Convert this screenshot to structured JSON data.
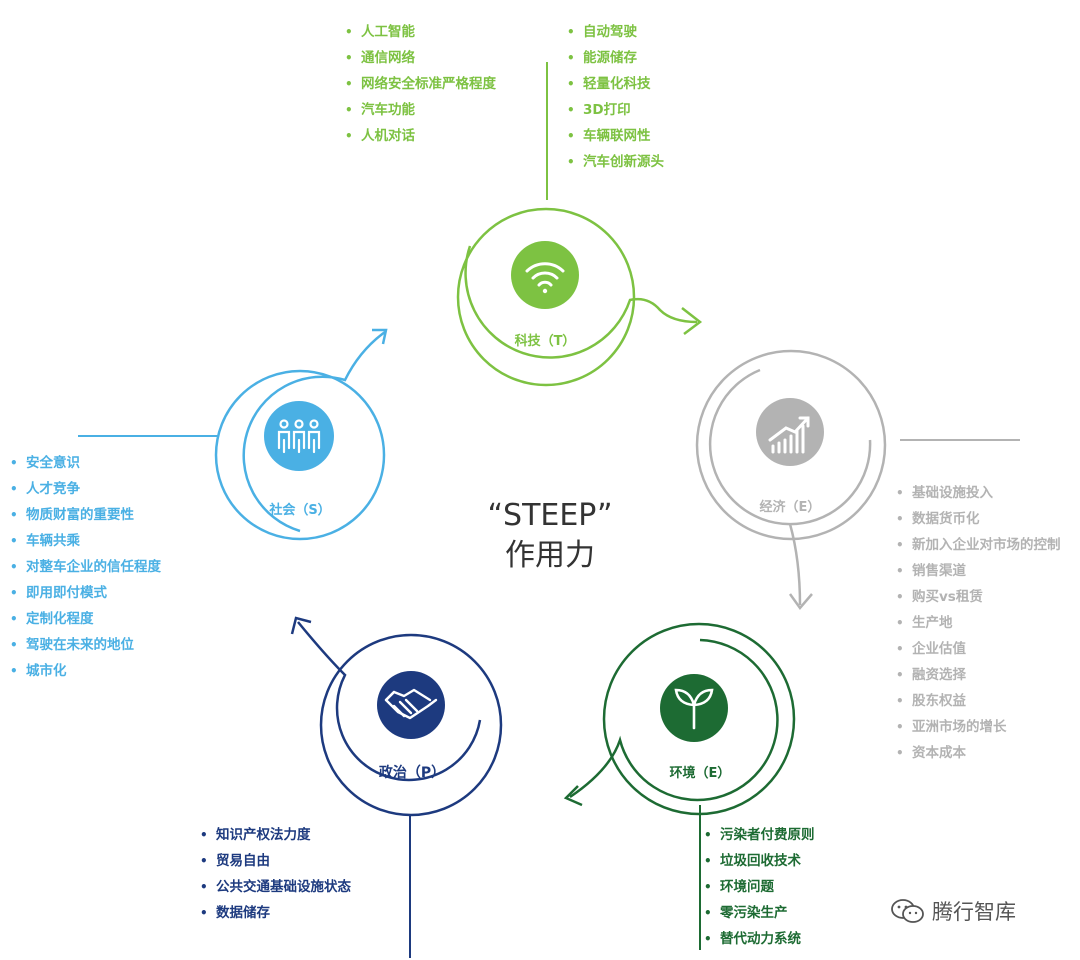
{
  "center": {
    "line1": "“STEEP”",
    "line2": "作用力"
  },
  "technology": {
    "label": "科技（T）",
    "color": "#7dc242",
    "icon": "wifi-icon",
    "items_left": [
      "人工智能",
      "通信网络",
      "网络安全标准严格程度",
      "汽车功能",
      "人机对话"
    ],
    "items_right": [
      "自动驾驶",
      "能源储存",
      "轻量化科技",
      "3D打印",
      "车辆联网性",
      "汽车创新源头"
    ]
  },
  "economy": {
    "label": "经济（E）",
    "color": "#b3b3b3",
    "icon": "growth-chart-icon",
    "items": [
      "基础设施投入",
      "数据货币化",
      "新加入企业对市场的控制",
      "销售渠道",
      "购买vs租赁",
      "生产地",
      "企业估值",
      "融资选择",
      "股东权益",
      "亚洲市场的增长",
      "资本成本"
    ]
  },
  "environment": {
    "label": "环境（E）",
    "color": "#1d6b33",
    "icon": "sprout-icon",
    "items": [
      "污染者付费原则",
      "垃圾回收技术",
      "环境问题",
      "零污染生产",
      "替代动力系统"
    ]
  },
  "politics": {
    "label": "政治（P）",
    "color": "#1d3a7f",
    "icon": "handshake-icon",
    "items": [
      "知识产权法力度",
      "贸易自由",
      "公共交通基础设施状态",
      "数据储存"
    ]
  },
  "society": {
    "label": "社会（S）",
    "color": "#4ab0e4",
    "icon": "people-icon",
    "items": [
      "安全意识",
      "人才竞争",
      "物质财富的重要性",
      "车辆共乘",
      "对整车企业的信任程度",
      "即用即付模式",
      "定制化程度",
      "驾驶在未来的地位",
      "城市化"
    ]
  },
  "watermark": {
    "text": "腾行智库",
    "icon": "wechat-icon"
  }
}
